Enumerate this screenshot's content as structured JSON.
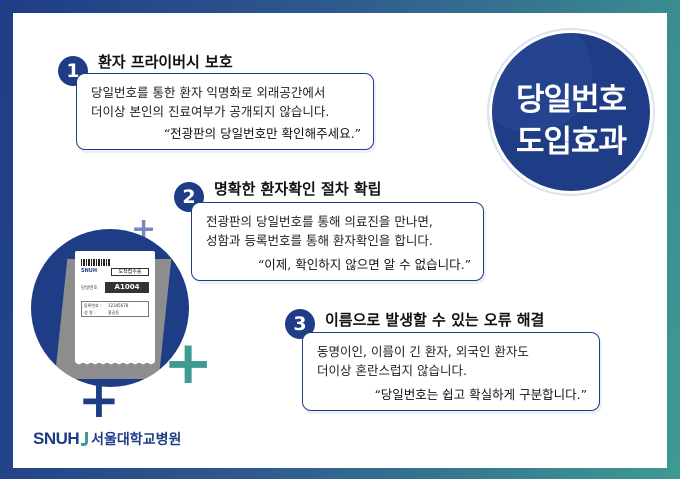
{
  "title": {
    "line1": "당일번호",
    "line2": "도입효과"
  },
  "sections": [
    {
      "number": "1",
      "heading": "환자 프라이버시 보호",
      "lines": [
        "당일번호를 통한 환자 익명화로 외래공간에서",
        "더이상 본인의 진료여부가 공개되지 않습니다."
      ],
      "quote": "“전광판의 당일번호만 확인해주세요.”"
    },
    {
      "number": "2",
      "heading": "명확한 환자확인 절차 확립",
      "lines": [
        "전광판의 당일번호를 통해 의료진을 만나면,",
        "성함과 등록번호를 통해 환자확인을 합니다."
      ],
      "quote": "“이제, 확인하지 않으면 알 수 없습니다.”"
    },
    {
      "number": "3",
      "heading": "이름으로 발생할 수 있는 오류 해결",
      "lines": [
        "동명이인, 이름이 긴 환자, 외국인 환자도",
        "더이상 혼란스럽지 않습니다."
      ],
      "quote": "“당일번호는 쉽고 확실하게 구분합니다.”"
    }
  ],
  "ticket": {
    "brand": "SNUH",
    "header": "도착접수증",
    "number_label": "당일번호",
    "number": "A1004",
    "reg_label": "등록번호 :",
    "reg_value": "12345678",
    "name_label": "성 명 :",
    "name_value": "홍길동"
  },
  "logo": {
    "brand": "SNUH",
    "name": "서울대학교병원"
  },
  "colors": {
    "navy": "#1f3d86",
    "teal": "#3e9a92"
  }
}
